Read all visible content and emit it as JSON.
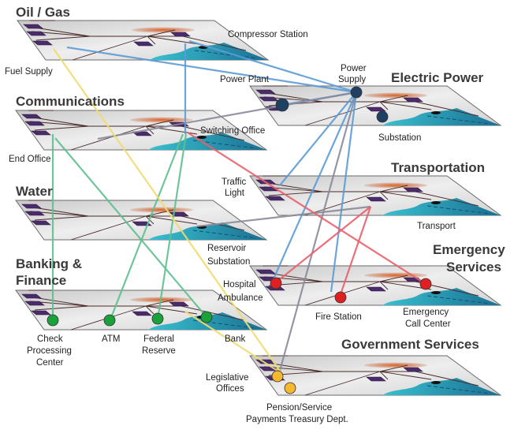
{
  "diagram": {
    "title": "Interdependent Infrastructure Sectors",
    "layers": [
      {
        "id": "oil_gas",
        "title": "Oil / Gas"
      },
      {
        "id": "communications",
        "title": "Communications"
      },
      {
        "id": "water",
        "title": "Water"
      },
      {
        "id": "banking",
        "title": "Banking &",
        "title2": "Finance"
      },
      {
        "id": "electric",
        "title": "Electric Power"
      },
      {
        "id": "transportation",
        "title": "Transportation"
      },
      {
        "id": "emergency",
        "title": "Emergency",
        "title2": "Services"
      },
      {
        "id": "government",
        "title": "Government Services"
      }
    ],
    "labels": {
      "compressor_station": "Compressor Station",
      "fuel_supply": "Fuel Supply",
      "power_plant": "Power Plant",
      "power_supply_1": "Power",
      "power_supply_2": "Supply",
      "substation": "Substation",
      "switching_office": "Switching Office",
      "end_office": "End Office",
      "traffic_light_1": "Traffic",
      "traffic_light_2": "Light",
      "transport": "Transport",
      "reservoir_1": "Reservoir",
      "reservoir_2": "Substation",
      "hospital_1": "Hospital",
      "hospital_2": "Ambulance",
      "fire_station": "Fire Station",
      "emergency_call_1": "Emergency",
      "emergency_call_2": "Call Center",
      "check_1": "Check",
      "check_2": "Processing",
      "check_3": "Center",
      "atm": "ATM",
      "federal_1": "Federal",
      "federal_2": "Reserve",
      "bank": "Bank",
      "legislative_1": "Legislative",
      "legislative_2": "Offices",
      "pension_1": "Pension/Service",
      "pension_2": "Payments Treasury Dept."
    },
    "colors": {
      "electric": "#1f3f63",
      "electric_link": "#5b9bd5",
      "banking": "#1aa23a",
      "banking_link": "#5fbf8f",
      "emergency": "#e02020",
      "emergency_link": "#e8606a",
      "government": "#f5b82e",
      "government_link": "#eedc70",
      "gray_link": "#8a8a9a",
      "plane": "#d8d8d8",
      "water": "#2aa3b8",
      "river": "#c04a10"
    }
  }
}
